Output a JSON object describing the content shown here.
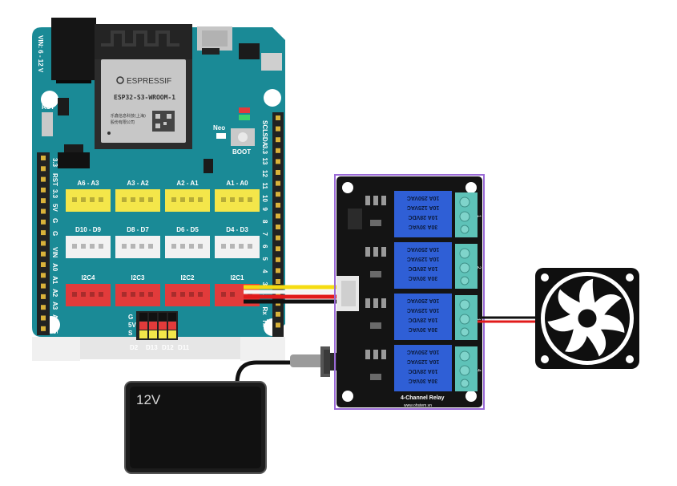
{
  "board": {
    "vin_label": "VIN: 6 - 12 V",
    "rst_label": "RST",
    "module": {
      "brand": "ESPRESSIF",
      "model": "ESP32-S3-WROOM-1",
      "vendor_line1": "乐鑫信息科技(上海)",
      "vendor_line2": "股份有限公司"
    },
    "neo_label": "Neo",
    "boot_label": "BOOT",
    "left_header_labels": [
      "3.3",
      "RST",
      "3.3",
      "5V",
      "G",
      "G",
      "VIN",
      "A0",
      "A1",
      "A2",
      "A3",
      "A4",
      "A5"
    ],
    "right_header_labels": [
      "SCL",
      "SDA",
      "3.3",
      "13",
      "12",
      "11",
      "10",
      "9",
      "8",
      "7",
      "6",
      "5",
      "4",
      "3",
      "2",
      "Rx",
      "Tx"
    ],
    "analog_ports": [
      "A6 - A3",
      "A3 - A2",
      "A2 - A1",
      "A1 - A0"
    ],
    "digital_ports": [
      "D10 - D9",
      "D8 - D7",
      "D6 - D5",
      "D4 - D3"
    ],
    "i2c_ports": [
      "I2C4",
      "I2C3",
      "I2C2",
      "I2C1"
    ],
    "pin_row_labels": [
      "G",
      "5V",
      "S"
    ],
    "pin_col_labels": [
      "D2",
      "D13",
      "D12",
      "D11"
    ]
  },
  "relay": {
    "title": "4-Channel Relay",
    "url": "www.ohstem.vn",
    "channels": [
      {
        "id": "1",
        "ratings": [
          "10A 250VAC",
          "10A 125VAC",
          "10A 28VDC",
          "30A 30VAC"
        ]
      },
      {
        "id": "2",
        "ratings": [
          "10A 250VAC",
          "10A 125VAC",
          "10A 28VDC",
          "30A 30VAC"
        ]
      },
      {
        "id": "3",
        "ratings": [
          "10A 250VAC",
          "10A 125VAC",
          "10A 28VDC",
          "30A 30VAC"
        ]
      },
      {
        "id": "4",
        "ratings": [
          "10A 250VAC",
          "10A 125VAC",
          "10A 28VDC",
          "30A 30VAC"
        ]
      }
    ]
  },
  "adapter": {
    "label": "12V"
  },
  "colors": {
    "board": "#1a8a96",
    "board_dark": "#146f78",
    "relay_pcb": "#141414",
    "relay_coil": "#2f5fd6",
    "terminal": "#5ec2b8",
    "port_yellow": "#f4e64a",
    "port_white": "#f2f2f2",
    "port_red": "#e23b3b",
    "wire_red": "#e11b1b",
    "wire_yellow": "#f5dc12",
    "selection": "#9a6ad6"
  }
}
